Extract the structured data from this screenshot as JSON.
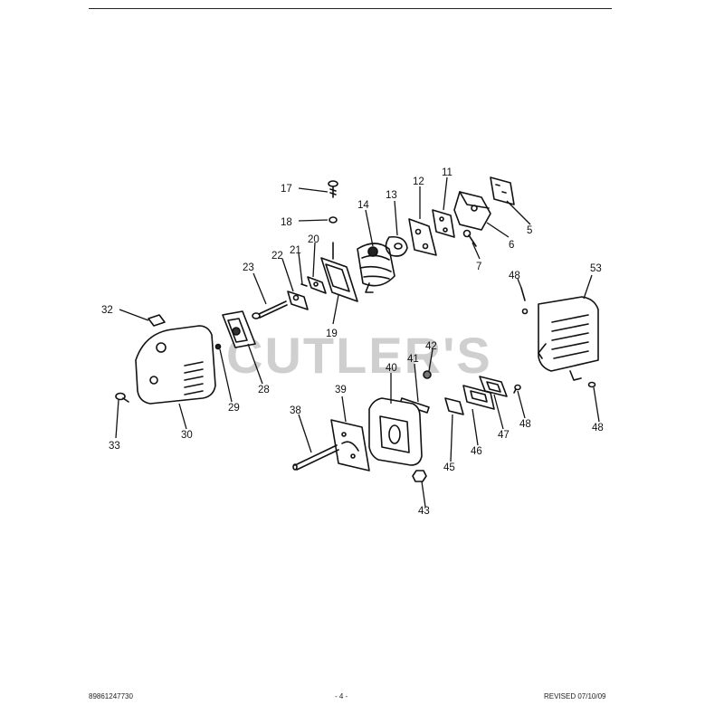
{
  "watermark": "CUTLER'S",
  "callouts": [
    {
      "id": "17",
      "label": "17"
    },
    {
      "id": "18",
      "label": "18"
    },
    {
      "id": "14",
      "label": "14"
    },
    {
      "id": "13",
      "label": "13"
    },
    {
      "id": "12",
      "label": "12"
    },
    {
      "id": "11",
      "label": "11"
    },
    {
      "id": "5",
      "label": "5"
    },
    {
      "id": "6",
      "label": "6"
    },
    {
      "id": "7",
      "label": "7"
    },
    {
      "id": "20",
      "label": "20"
    },
    {
      "id": "21",
      "label": "21"
    },
    {
      "id": "22",
      "label": "22"
    },
    {
      "id": "23",
      "label": "23"
    },
    {
      "id": "19",
      "label": "19"
    },
    {
      "id": "32",
      "label": "32"
    },
    {
      "id": "28",
      "label": "28"
    },
    {
      "id": "29",
      "label": "29"
    },
    {
      "id": "30",
      "label": "30"
    },
    {
      "id": "33",
      "label": "33"
    },
    {
      "id": "48a",
      "label": "48"
    },
    {
      "id": "53",
      "label": "53"
    },
    {
      "id": "42",
      "label": "42"
    },
    {
      "id": "41",
      "label": "41"
    },
    {
      "id": "40",
      "label": "40"
    },
    {
      "id": "39",
      "label": "39"
    },
    {
      "id": "38",
      "label": "38"
    },
    {
      "id": "43",
      "label": "43"
    },
    {
      "id": "45",
      "label": "45"
    },
    {
      "id": "46",
      "label": "46"
    },
    {
      "id": "47",
      "label": "47"
    },
    {
      "id": "48b",
      "label": "48"
    },
    {
      "id": "48c",
      "label": "48"
    }
  ],
  "footer": {
    "left": "89861247730",
    "center": "- 4 -",
    "right": "REVISED 07/10/09"
  }
}
